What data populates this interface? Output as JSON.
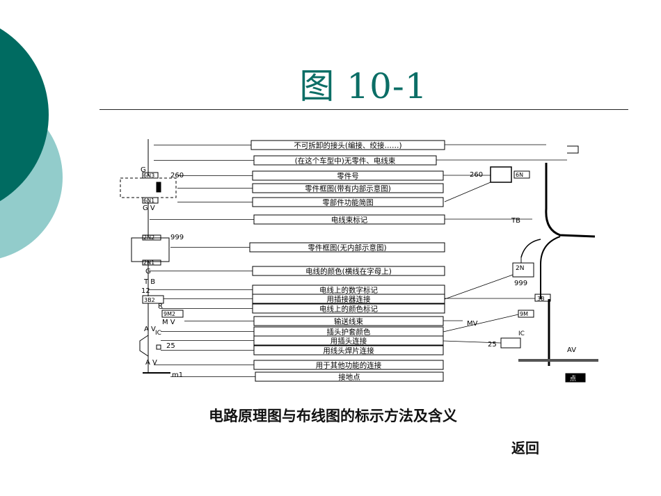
{
  "slide": {
    "title": "图 10-1",
    "caption": "电路原理图与布线图的标示方法及含义",
    "back_link": "返回",
    "accent_dark": "#006b61",
    "accent_light": "#92cccb"
  },
  "diagram": {
    "labels": [
      "不可拆卸的接头(编接、绞接……)",
      "(在这个车型中)无零件、电线束",
      "零件号",
      "零件框图(带有内部示意图)",
      "零部件功能简图",
      "电线束标记",
      "零件框图(无内部示意图)",
      "电线的颜色(横线在字母上)",
      "电线上的数字标记",
      "用插接器连接",
      "电线上的颜色标记",
      "输送线束",
      "插头护套颜色",
      "用插头连接",
      "用线头焊片连接",
      "用于其他功能的连接",
      "接地点"
    ],
    "left_codes": {
      "g_top": "G",
      "n3": "6N3",
      "p260": "260",
      "n1a": "6N1",
      "gv": "G V",
      "n2": "2N2",
      "p999": "999",
      "n1b": "2N1",
      "g2": "G",
      "tb": "T B",
      "n12": "12",
      "b3": "3B2",
      "r": "R",
      "m2": "9M2",
      "mv": "M V",
      "av1": "A V",
      "ic": "IC",
      "p25": "25",
      "av2": "A V",
      "m1": "m1"
    },
    "right_codes": {
      "p260": "260",
      "n6": "6N",
      "tb": "TB",
      "n2": "2N",
      "p999": "999",
      "b3": "3B",
      "mv": "MV",
      "m9": "9M",
      "ic": "IC",
      "p25": "25",
      "av": "AV",
      "ground": "点"
    }
  }
}
